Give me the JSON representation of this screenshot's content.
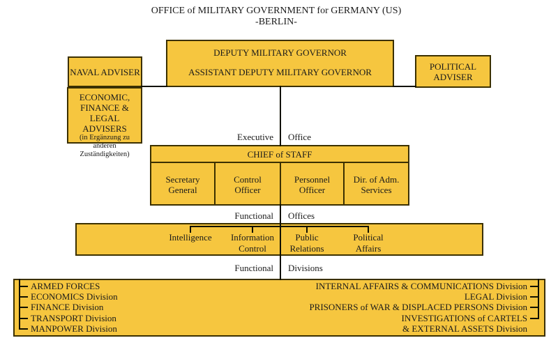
{
  "colors": {
    "box_fill": "#F6C63F",
    "box_border": "#3B3000",
    "line": "#101000"
  },
  "title": {
    "line1": "OFFICE of MILITARY GOVERNMENT for GERMANY (US)",
    "line2": "-BERLIN-"
  },
  "boxes": {
    "naval_adviser": "NAVAL ADVISER",
    "deputy": {
      "line1": "DEPUTY MILITARY GOVERNOR",
      "line2": "ASSISTANT DEPUTY MILITARY GOVERNOR"
    },
    "political_adviser": "POLITICAL ADVISER",
    "economic": {
      "line1": "ECONOMIC,",
      "line2": "FINANCE &",
      "line3": "LEGAL ADVISERS",
      "note1": "(in Ergänzung zu anderen",
      "note2": "Zuständigkeiten)"
    },
    "chief_of_staff": {
      "header": "CHIEF of STAFF",
      "cells": [
        "Secretary General",
        "Control Officer",
        "Personnel Officer",
        "Dir. of Adm. Services"
      ]
    }
  },
  "section_labels": {
    "executive": {
      "left": "Executive",
      "right": "Office"
    },
    "offices": {
      "left": "Functional",
      "right": "Offices"
    },
    "divisions": {
      "left": "Functional",
      "right": "Divisions"
    }
  },
  "functional_offices": [
    "Intelligence",
    "Information Control",
    "Public Relations",
    "Political Affairs"
  ],
  "divisions": {
    "left": [
      "ARMED FORCES",
      "ECONOMICS Division",
      "FINANCE Division",
      "TRANSPORT Division",
      "MANPOWER Division"
    ],
    "right": [
      "INTERNAL AFFAIRS & COMMUNICATIONS Division",
      "LEGAL Division",
      "PRISONERS of WAR & DISPLACED PERSONS Division",
      "INVESTIGATIONS of CARTELS",
      "& EXTERNAL ASSETS Division"
    ]
  }
}
